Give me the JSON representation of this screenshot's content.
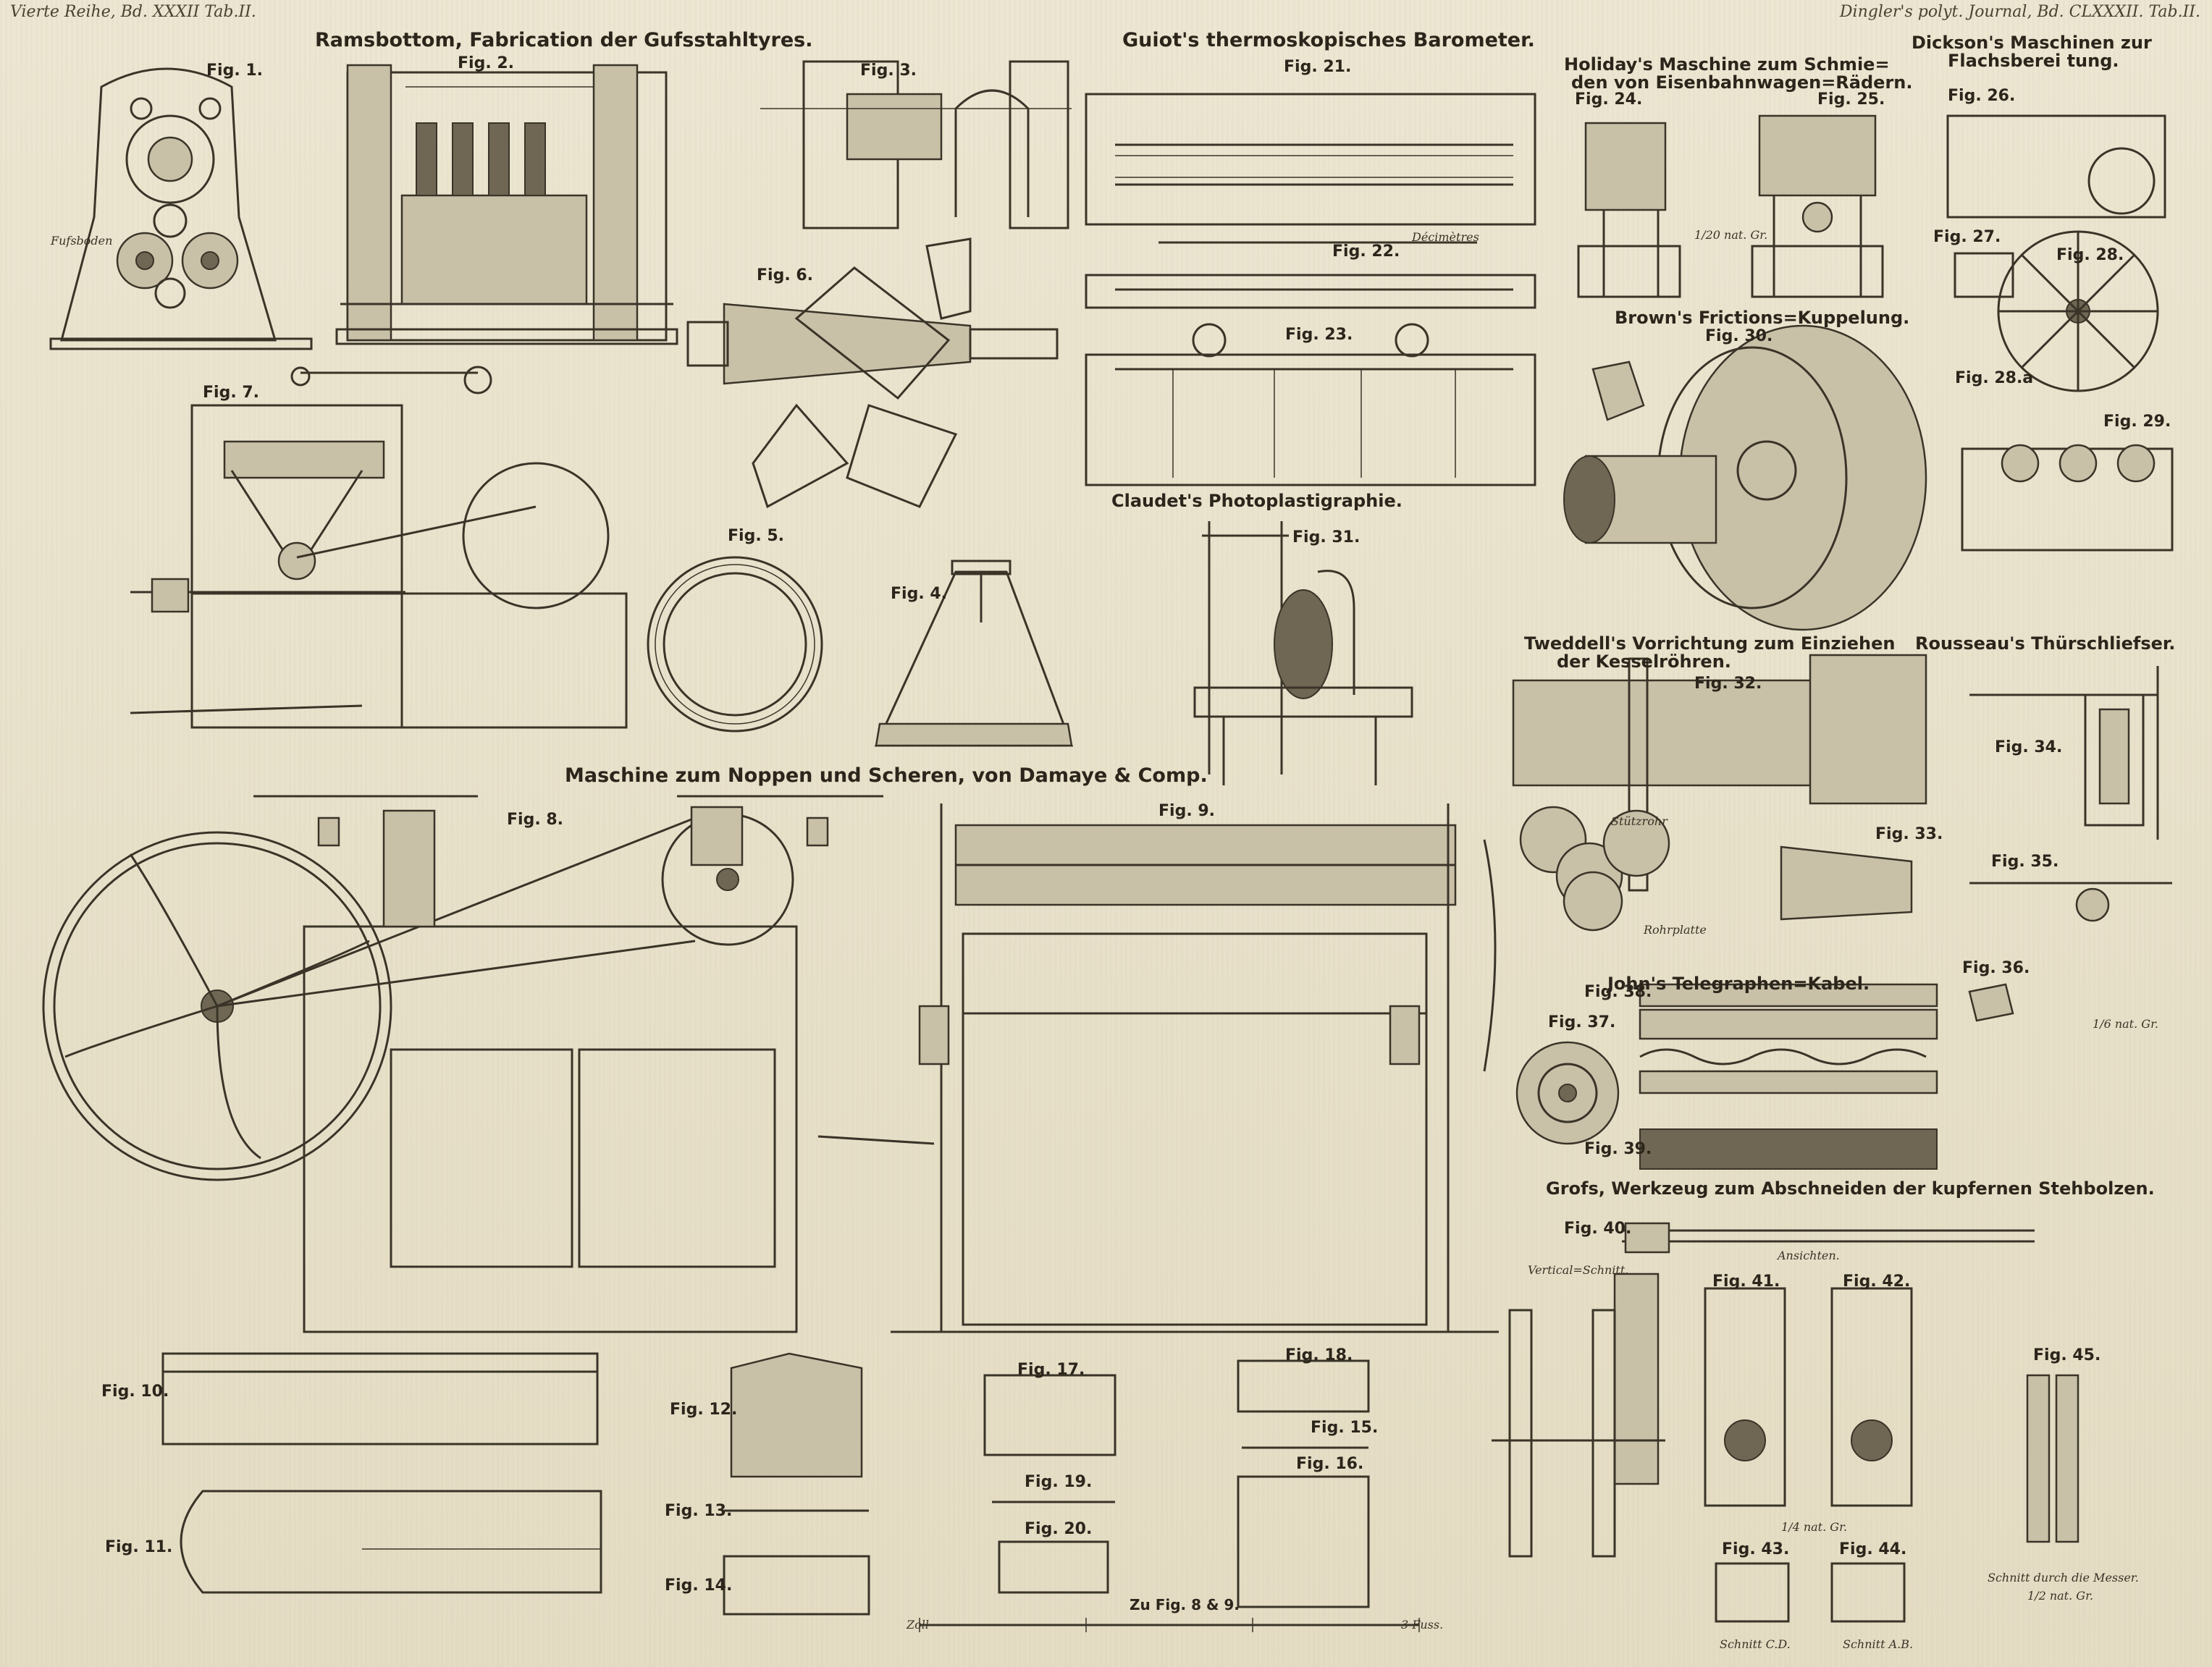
{
  "header": {
    "left": "Vierte Reihe, Bd. XXXII Tab.II.",
    "right": "Dingler's polyt. Journal, Bd. CLXXXII. Tab.II."
  },
  "titles": {
    "ramsbottom": "Ramsbottom, Fabrication der Gufsstahltyres.",
    "guiot": "Guiot's thermoskopisches Barometer.",
    "holiday_1": "Holiday's Maschine zum Schmie=",
    "holiday_2": "den von Eisenbahnwagen=Rädern.",
    "dickson_1": "Dickson's Maschinen zur",
    "dickson_2": "Flachsberei tung.",
    "brown": "Brown's Frictions=Kuppelung.",
    "claudet": "Claudet's Photoplastigraphie.",
    "tweddell_1": "Tweddell's Vorrichtung zum Einziehen",
    "tweddell_2": "der Kesselröhren.",
    "rousseau": "Rousseau's Thürschliefser.",
    "damaye": "Maschine zum Noppen und Scheren, von Damaye & Comp.",
    "john": "John's Telegraphen=Kabel.",
    "gross": "Grofs, Werkzeug zum Abschneiden der kupfernen Stehbolzen."
  },
  "figures": {
    "f1": "Fig. 1.",
    "f2": "Fig. 2.",
    "f3": "Fig. 3.",
    "f4": "Fig. 4.",
    "f5": "Fig. 5.",
    "f6": "Fig. 6.",
    "f7": "Fig. 7.",
    "f8": "Fig. 8.",
    "f9": "Fig. 9.",
    "f10": "Fig. 10.",
    "f11": "Fig. 11.",
    "f12": "Fig. 12.",
    "f13": "Fig. 13.",
    "f14": "Fig. 14.",
    "f15": "Fig. 15.",
    "f16": "Fig. 16.",
    "f17": "Fig. 17.",
    "f18": "Fig. 18.",
    "f19": "Fig. 19.",
    "f20": "Fig. 20.",
    "f21": "Fig. 21.",
    "f22": "Fig. 22.",
    "f23": "Fig. 23.",
    "f24": "Fig. 24.",
    "f25": "Fig. 25.",
    "f26": "Fig. 26.",
    "f27": "Fig. 27.",
    "f28": "Fig. 28.",
    "f28a": "Fig. 28.a",
    "f29": "Fig. 29.",
    "f30": "Fig. 30.",
    "f31": "Fig. 31.",
    "f32": "Fig. 32.",
    "f33": "Fig. 33.",
    "f34": "Fig. 34.",
    "f35": "Fig. 35.",
    "f36": "Fig. 36.",
    "f37": "Fig. 37.",
    "f38": "Fig. 38.",
    "f39": "Fig. 39.",
    "f40": "Fig. 40.",
    "f41": "Fig. 41.",
    "f42": "Fig. 42.",
    "f43": "Fig. 43.",
    "f44": "Fig. 44.",
    "f45": "Fig. 45."
  },
  "notes": {
    "fussboden": "Fufsboden",
    "scale_20": "1/20 nat. Gr.",
    "scale_6": "1/6 nat. Gr.",
    "scale_4": "1/4 nat. Gr.",
    "scale_2": "1/2 nat. Gr.",
    "ansichten": "Ansichten.",
    "vertical": "Vertical=Schnitt.",
    "schnitt_cd": "Schnitt C.D.",
    "schnitt_ab": "Schnitt A.B.",
    "schnitt_messer": "Schnitt durch die Messer.",
    "zu_fig": "Zu Fig. 8 & 9.",
    "zoll": "Zoll",
    "fuss": "3 Fuss.",
    "rohrplatte": "Rohrplatte",
    "stutzrohr": "Stützrohr",
    "decimetres": "Décimètres"
  },
  "colors": {
    "paper": "#e9e2cc",
    "ink": "#3a3428"
  }
}
